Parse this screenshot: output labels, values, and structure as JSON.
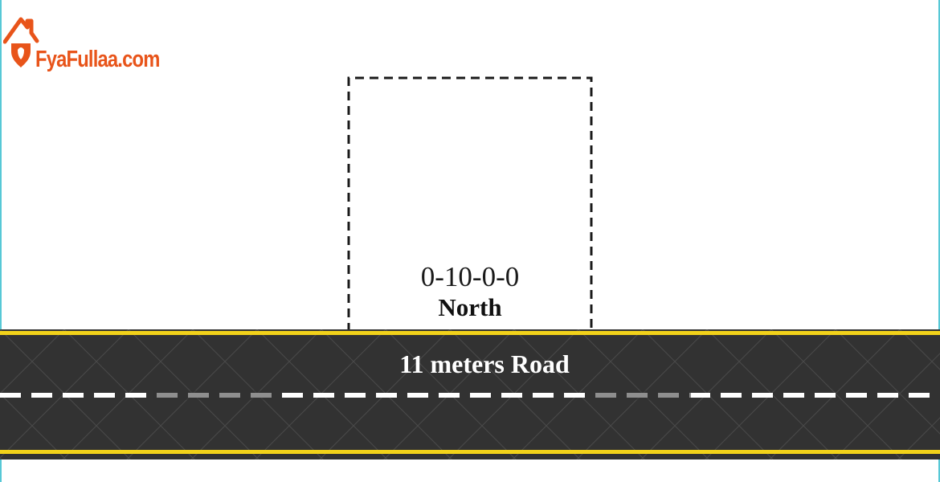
{
  "logo": {
    "text": "FyaFullaa.com",
    "color": "#e8541a"
  },
  "plot": {
    "area_label": "0-10-0-0",
    "side_label": "North"
  },
  "road": {
    "label": "11 meters Road",
    "surface_color": "#323232",
    "edge_line_color": "#f2d21a",
    "center_line_color": "#ffffff"
  },
  "frame": {
    "edge_color": "#57c8d6"
  }
}
